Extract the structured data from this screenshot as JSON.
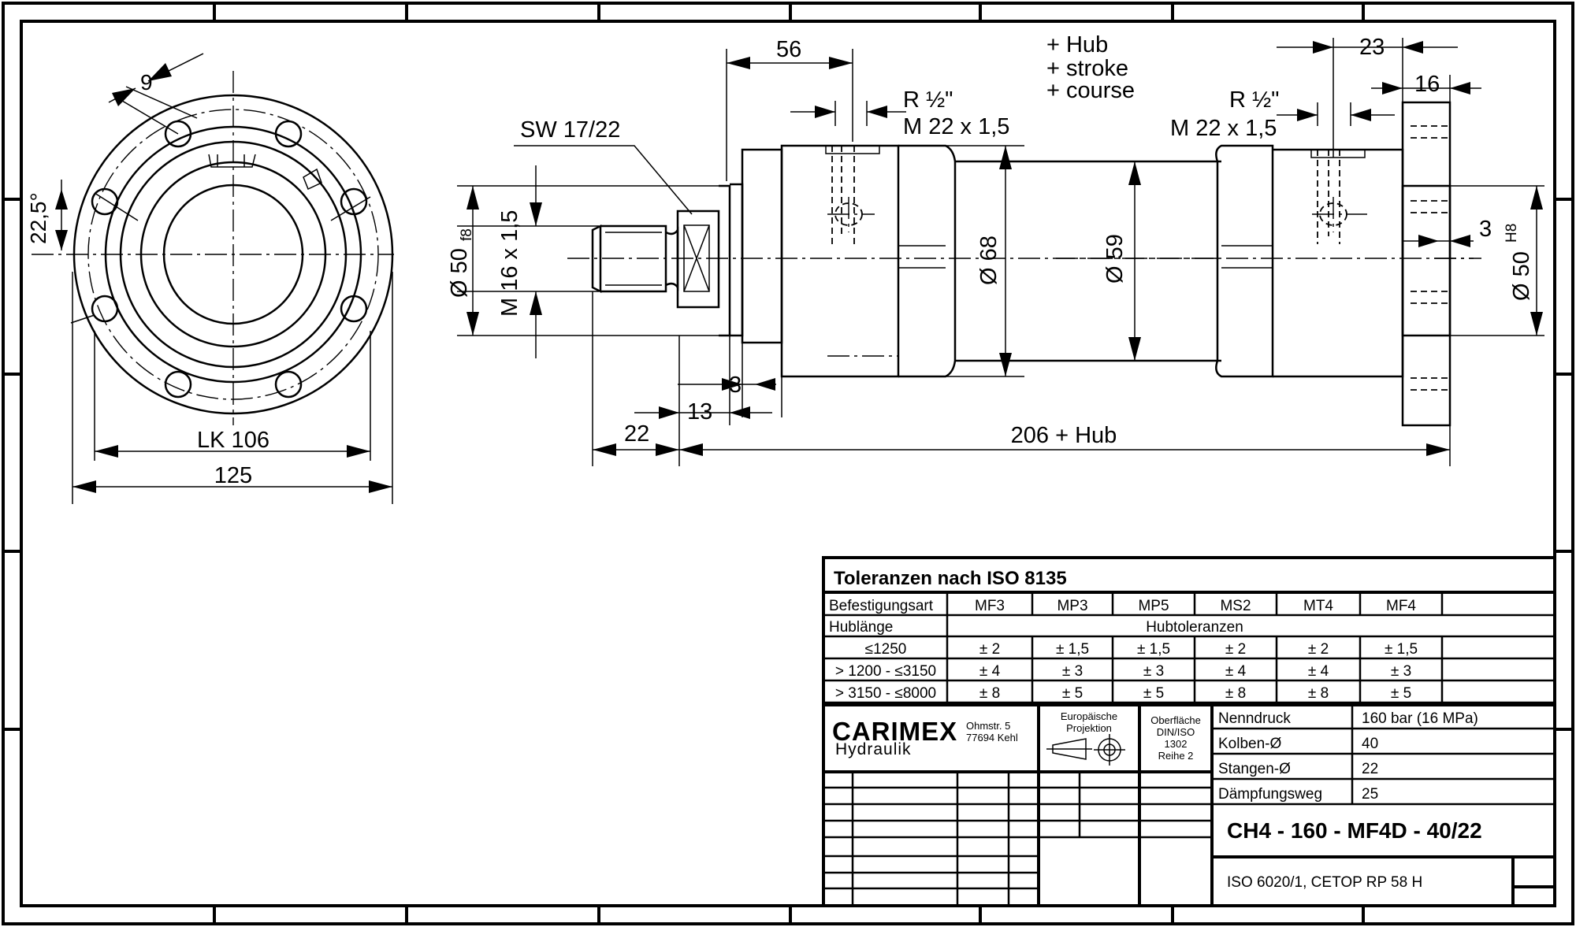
{
  "front_view": {
    "dim_bolt_hole": "9",
    "dim_angle": "22,5°",
    "dim_pitch_circle": "LK 106",
    "dim_flange_dia": "125"
  },
  "side_view": {
    "stroke_note": [
      "+ Hub",
      "+ stroke",
      "+ course"
    ],
    "port_left_r": "R ½\"",
    "port_left_m": "M 22 x 1,5",
    "port_right_r": "R ½\"",
    "port_right_m": "M 22 x 1,5",
    "wrench": "SW 17/22",
    "dim_56": "56",
    "dim_23": "23",
    "dim_16": "16",
    "dim_3_right": "3",
    "dim_rod_dia": "Ø 50",
    "dim_rod_tol": "f8",
    "dim_thread": "M 16 x 1,5",
    "dim_body": "Ø 68",
    "dim_tube": "Ø 59",
    "dim_flange_bore": "Ø 50",
    "dim_flange_tol": "H8",
    "dim_3_bottom": "3",
    "dim_13": "13",
    "dim_22": "22",
    "dim_length": "206 + Hub"
  },
  "tolerance_table": {
    "title": "Toleranzen nach ISO 8135",
    "mount_label": "Befestigungsart",
    "mounts": [
      "MF3",
      "MP3",
      "MP5",
      "MS2",
      "MT4",
      "MF4"
    ],
    "stroke_label": "Hublänge",
    "stroke_tol_label": "Hubtoleranzen",
    "rows": [
      {
        "range": "≤1250",
        "values": [
          "± 2",
          "± 1,5",
          "± 1,5",
          "± 2",
          "± 2",
          "± 1,5"
        ]
      },
      {
        "range": "> 1200 - ≤3150",
        "values": [
          "± 4",
          "± 3",
          "± 3",
          "± 4",
          "± 4",
          "± 3"
        ]
      },
      {
        "range": "> 3150 - ≤8000",
        "values": [
          "± 8",
          "± 5",
          "± 5",
          "± 8",
          "± 8",
          "± 5"
        ]
      }
    ]
  },
  "title_block": {
    "company": "CARIMEX",
    "company_sub": "Hydraulik",
    "address_1": "Ohmstr. 5",
    "address_2": "77694 Kehl",
    "projection_1": "Europäische",
    "projection_2": "Projektion",
    "surface": [
      "Oberfläche",
      "DIN/ISO",
      "1302",
      "Reihe 2"
    ],
    "specs": [
      {
        "label": "Nenndruck",
        "value": "160 bar (16 MPa)"
      },
      {
        "label": "Kolben-Ø",
        "value": "40"
      },
      {
        "label": "Stangen-Ø",
        "value": "22"
      },
      {
        "label": "Dämpfungsweg",
        "value": "25"
      }
    ],
    "part_number": "CH4 - 160 - MF4D - 40/22",
    "standard": "ISO 6020/1, CETOP RP 58 H"
  }
}
